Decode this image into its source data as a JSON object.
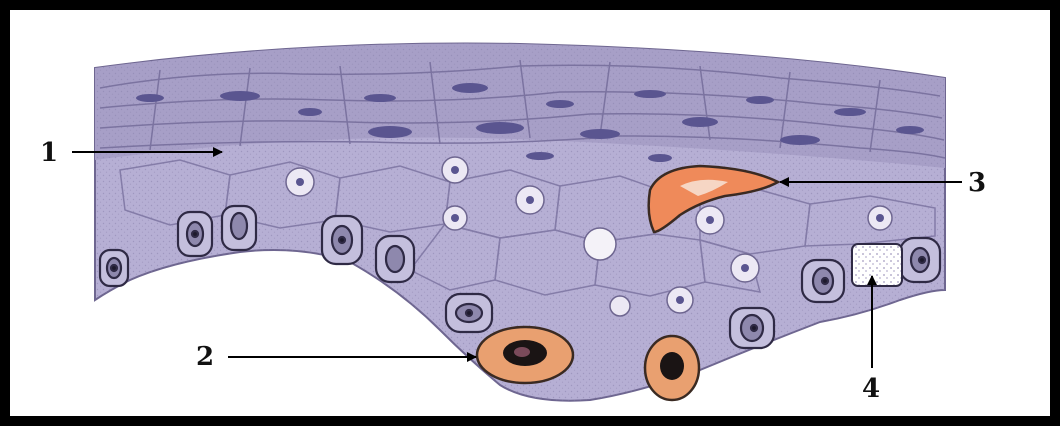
{
  "labels": {
    "one": "1",
    "two": "2",
    "three": "3",
    "four": "4"
  },
  "colors": {
    "frame": "#000000",
    "background": "#ffffff",
    "tissue_upper": "#a79fc7",
    "tissue_lower": "#c4bfdd",
    "cell_outline": "#6e6690",
    "flat_nucleus": "#5a5590",
    "highlight_cell": "#e9a070",
    "highlight_cell_3": "#ef8a5a",
    "arrow": "#000000"
  }
}
